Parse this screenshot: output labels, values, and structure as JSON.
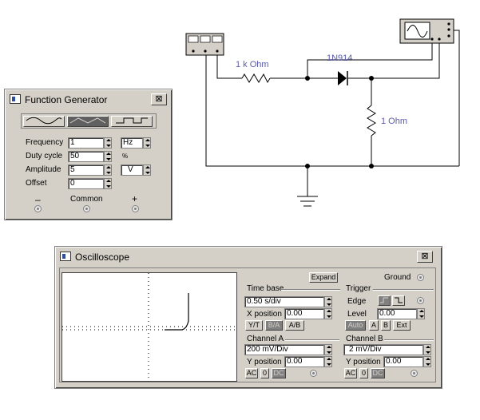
{
  "circuit": {
    "resistor1_label": "1 k Ohm",
    "diode_label": "1N914",
    "resistor2_label": "1  Ohm",
    "wire_color": "#000000",
    "label_color": "#5a5ab4"
  },
  "function_generator": {
    "title": "Function Generator",
    "close_label": "⊠",
    "frequency_label": "Frequency",
    "frequency_value": "1",
    "frequency_unit": "Hz",
    "duty_label": "Duty cycle",
    "duty_value": "50",
    "duty_unit": "%",
    "amplitude_label": "Amplitude",
    "amplitude_value": "5",
    "amplitude_unit": "V",
    "offset_label": "Offset",
    "offset_value": "0",
    "minus_label": "–",
    "common_label": "Common",
    "plus_label": "+"
  },
  "oscilloscope": {
    "title": "Oscilloscope",
    "close_label": "⊠",
    "expand_label": "Expand",
    "ground_label": "Ground",
    "timebase_label": "Time base",
    "timebase_value": "0.50 s/div",
    "xpos_label": "X position",
    "xpos_value": "0.00",
    "mode_yt": "Y/T",
    "mode_ba": "B/A",
    "mode_ab": "A/B",
    "trigger_label": "Trigger",
    "edge_label": "Edge",
    "level_label": "Level",
    "level_value": "0.00",
    "trig_auto": "Auto",
    "trig_a": "A",
    "trig_b": "B",
    "trig_ext": "Ext",
    "channel_a_label": "Channel A",
    "channel_a_value": "200 mV/Div",
    "ya_label": "Y position",
    "ya_value": "0.00",
    "channel_b_label": "Channel B",
    "channel_b_value": "2 mV/Div",
    "yb_label": "Y position",
    "yb_value": "0.00",
    "ac_label": "AC",
    "zero_label": "0",
    "dc_label": "DC"
  }
}
